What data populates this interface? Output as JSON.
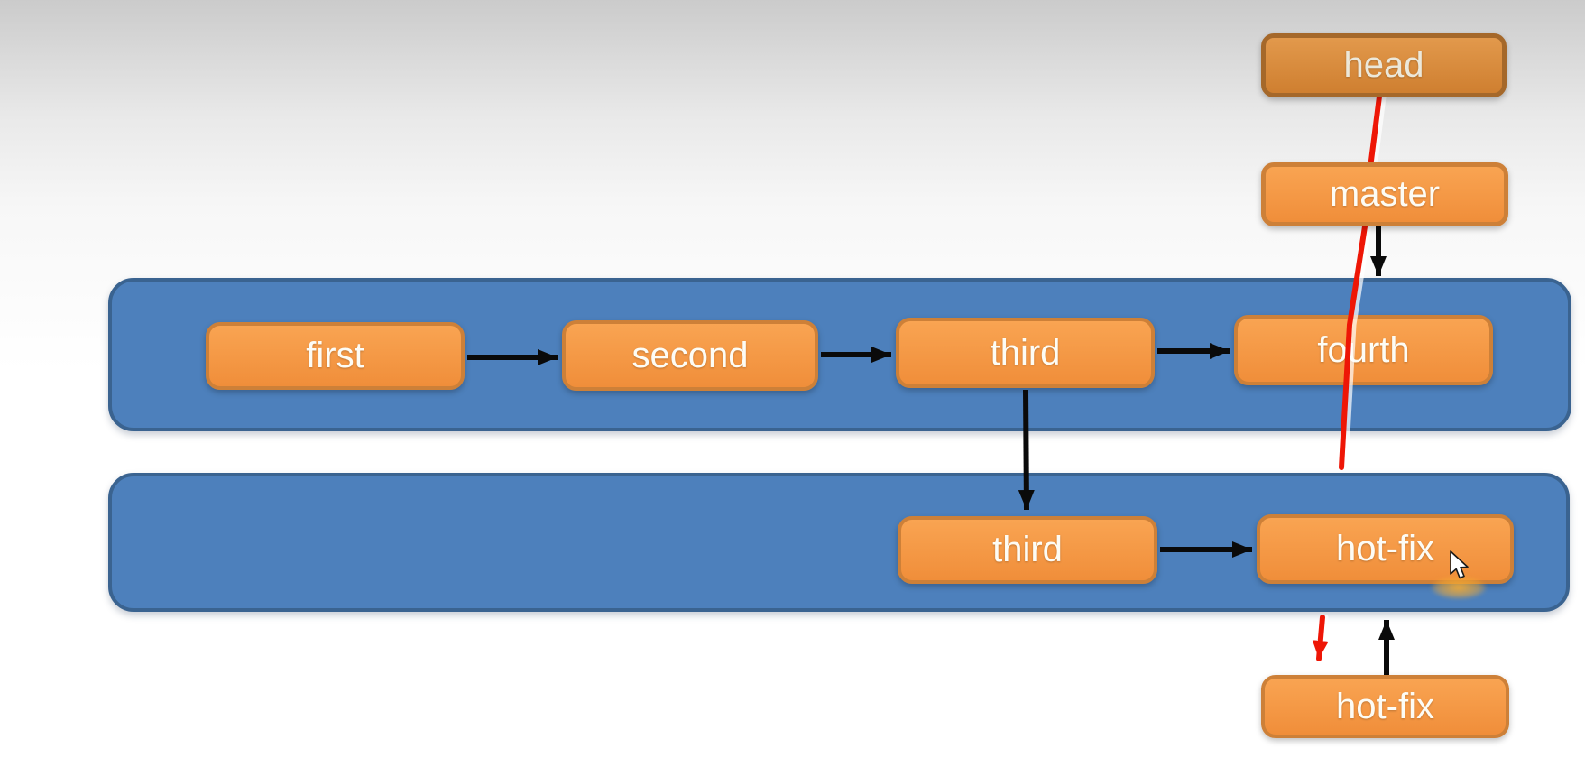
{
  "diagram": {
    "title_context": "git branching diagram",
    "nodes": {
      "head": {
        "label": "head",
        "type": "pointer-tag"
      },
      "master": {
        "label": "master",
        "type": "branch-tag"
      },
      "first": {
        "label": "first",
        "type": "commit",
        "branch": "master"
      },
      "second": {
        "label": "second",
        "type": "commit",
        "branch": "master"
      },
      "third_top": {
        "label": "third",
        "type": "commit",
        "branch": "master"
      },
      "fourth": {
        "label": "fourth",
        "type": "commit",
        "branch": "master"
      },
      "third_bottom": {
        "label": "third",
        "type": "commit",
        "branch": "hot-fix"
      },
      "hotfix_branch": {
        "label": "hot-fix",
        "type": "commit",
        "branch": "hot-fix"
      },
      "hotfix_label": {
        "label": "hot-fix",
        "type": "branch-tag"
      }
    },
    "containers": [
      {
        "name": "master-branch-lane"
      },
      {
        "name": "hotfix-branch-lane"
      }
    ],
    "edges": [
      {
        "from": "head",
        "to": "master",
        "style": "red-line"
      },
      {
        "from": "master",
        "to": "fourth",
        "style": "black-arrow"
      },
      {
        "from": "head",
        "to": "hotfix-lane",
        "style": "red-line"
      },
      {
        "from": "first",
        "to": "second",
        "style": "black-arrow"
      },
      {
        "from": "second",
        "to": "third_top",
        "style": "black-arrow"
      },
      {
        "from": "third_top",
        "to": "fourth",
        "style": "black-arrow"
      },
      {
        "from": "third_top",
        "to": "third_bottom",
        "style": "black-arrow"
      },
      {
        "from": "third_bottom",
        "to": "hotfix_branch",
        "style": "black-arrow"
      },
      {
        "from": "hotfix_branch",
        "to": "hotfix_label",
        "style": "red-arrow"
      },
      {
        "from": "hotfix_label",
        "to": "hotfix_branch",
        "style": "black-arrow"
      }
    ]
  },
  "colors": {
    "node_fill_top": "#f9a452",
    "node_fill_bottom": "#f08e3a",
    "node_border": "#cd8038",
    "head_fill_top": "#e2994c",
    "head_fill_bottom": "#cf7f30",
    "head_border": "#a5682a",
    "container_fill": "#4d80bc",
    "container_border": "#3a6390",
    "arrow_black": "#0a0a0a",
    "arrow_red": "#ee1606",
    "label_text": "#fdfcf5"
  }
}
